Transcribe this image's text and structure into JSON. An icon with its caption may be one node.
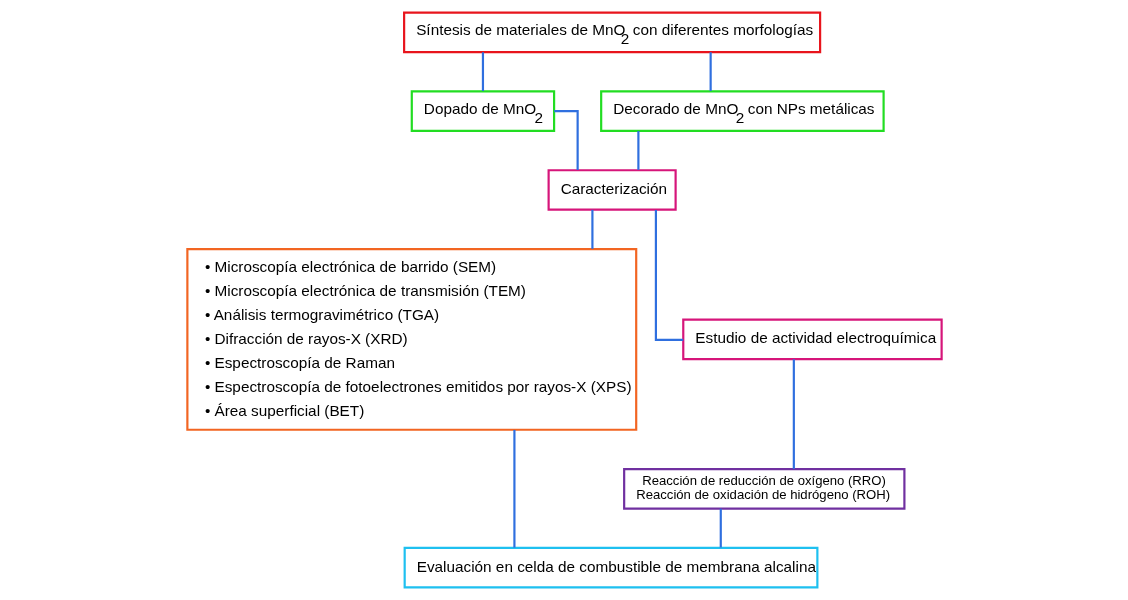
{
  "diagram": {
    "nodes": [
      {
        "text": [
          "Síntesis de materiales de MnO$_{2}$ con diferentes morfologías"
        ]
      },
      {
        "text": [
          "Dopado de MnO$_{2}$"
        ]
      },
      {
        "text": [
          "Decorado de MnO$_{2}$ con NPs metálicas"
        ]
      },
      {
        "text": [
          "Caracterización"
        ]
      },
      {
        "text": [
          "• Microscopía electrónica de barrido (SEM)",
          "• Microscopía electrónica de transmisión (TEM)",
          "• Análisis termogravimétrico (TGA)",
          "• Difracción de rayos-X (XRD)",
          "• Espectroscopía de Raman",
          "• Espectroscopía de fotoelectrones emitidos por rayos-X (XPS)",
          "• Área superficial (BET)"
        ]
      },
      {
        "text": [
          "Estudio de actividad electroquímica"
        ]
      },
      {
        "text": [
          "Reacción de reducción de oxígeno (RRO)",
          "Reacción de oxidación de hidrógeno (ROH)"
        ]
      },
      {
        "text": [
          "Evaluación en celda de combustible de membrana alcalina"
        ]
      }
    ],
    "edges": [
      {
        "from": 0,
        "to": 1,
        "arrow": "none"
      },
      {
        "from": 0,
        "to": 2,
        "arrow": "none"
      },
      {
        "from": 1,
        "to": 3,
        "arrow": "none"
      },
      {
        "from": 2,
        "to": 3,
        "arrow": "none"
      },
      {
        "from": 3,
        "to": 4,
        "arrow": "none"
      },
      {
        "from": 3,
        "to": 5,
        "arrow": "none"
      },
      {
        "from": 5,
        "to": 6,
        "arrow": "none"
      },
      {
        "from": 4,
        "to": 7,
        "arrow": "none"
      },
      {
        "from": 6,
        "to": 7,
        "arrow": "none"
      }
    ]
  }
}
